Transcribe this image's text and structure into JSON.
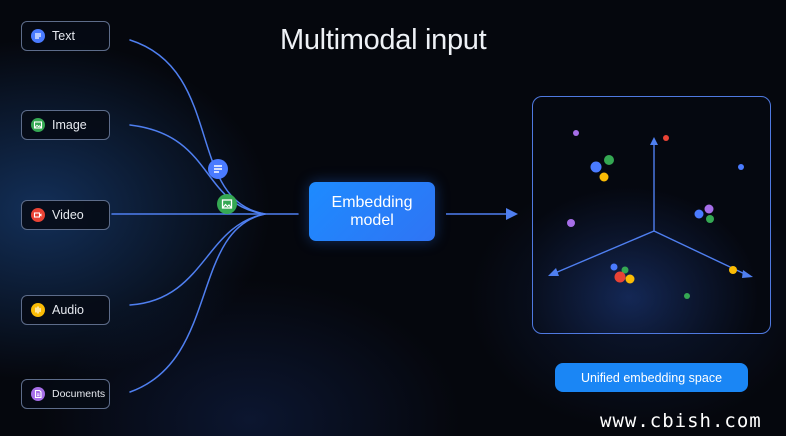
{
  "title": "Multimodal input",
  "inputs": [
    {
      "label": "Text",
      "icon": "text-doc-icon",
      "color": "#4a7bff"
    },
    {
      "label": "Image",
      "icon": "image-icon",
      "color": "#35a853"
    },
    {
      "label": "Video",
      "icon": "video-icon",
      "color": "#ea4335"
    },
    {
      "label": "Audio",
      "icon": "audio-icon",
      "color": "#fbbc05"
    },
    {
      "label": "Documents",
      "icon": "documents-icon",
      "color": "#a66ee8"
    }
  ],
  "model": {
    "line1": "Embedding",
    "line2": "model"
  },
  "embedding_space": {
    "label": "Unified embedding space"
  },
  "colors": {
    "accent": "#1a86f5",
    "wire": "#4f7ff0",
    "text_chip_color": "#4a7bff",
    "image_chip_color": "#35a853",
    "video_chip_color": "#ea4335",
    "audio_chip_color": "#fbbc05",
    "documents_chip_color": "#a66ee8"
  },
  "watermark": "www.cbish.com"
}
